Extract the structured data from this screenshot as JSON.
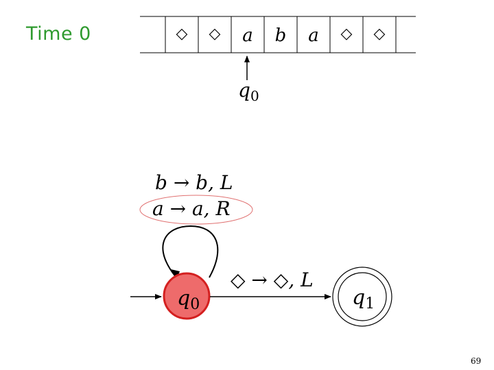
{
  "slide": {
    "time_label": "Time 0",
    "page_number": "69"
  },
  "tape": {
    "cells": [
      "◇",
      "◇",
      "a",
      "b",
      "a",
      "◇",
      "◇"
    ],
    "head_state": "q",
    "head_state_sub": "0"
  },
  "machine": {
    "states": [
      {
        "id": "q0",
        "label": "q",
        "sub": "0",
        "current": true,
        "initial": true,
        "accepting": false
      },
      {
        "id": "q1",
        "label": "q",
        "sub": "1",
        "current": false,
        "initial": false,
        "accepting": true
      }
    ],
    "loop_transitions": [
      "b → b, L",
      "a → a, R"
    ],
    "highlighted_transition": "a → a, R",
    "transition_q0_q1": "◇ → ◇, L"
  },
  "colors": {
    "time_label": "#2e9a2e",
    "current_state_fill": "#ee6b6b",
    "current_state_stroke": "#d42020",
    "highlight_ellipse": "#e07070"
  }
}
